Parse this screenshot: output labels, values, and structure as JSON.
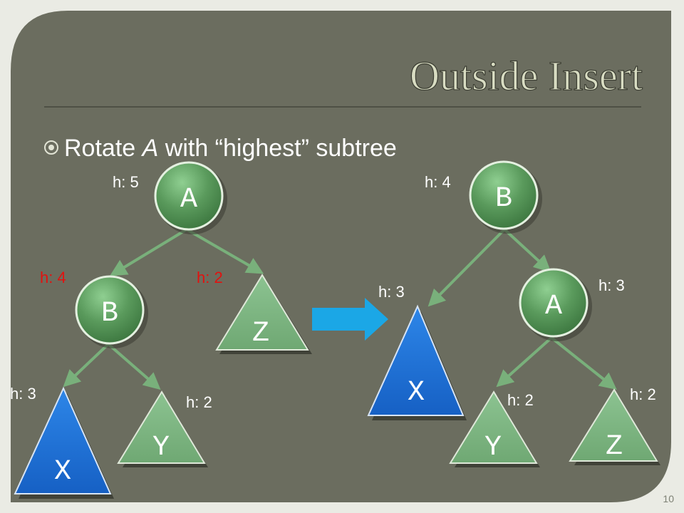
{
  "slide": {
    "title": "Outside Insert",
    "bullet": {
      "prefix": "Rotate ",
      "emphasis": "A",
      "suffix": " with “highest” subtree"
    },
    "page_number": "10"
  },
  "colors": {
    "panel": "#6b6d5f",
    "title_text": "#d8dcc2",
    "node_green": "#5a9a5c",
    "triangle_green": "#79b27e",
    "triangle_blue": "#1f6fd1",
    "arrow_blue": "#1ba7e6",
    "edge": "#79b07b",
    "highlight_red": "#e3110f"
  },
  "before": {
    "nodes": {
      "a": "A",
      "b": "B"
    },
    "subtrees": {
      "x": "X",
      "y": "Y",
      "z": "Z"
    },
    "heights": {
      "a": "h: 5",
      "b": "h: 4",
      "z": "h: 2",
      "x": "h: 3",
      "y": "h: 2"
    }
  },
  "after": {
    "nodes": {
      "b": "B",
      "a": "A"
    },
    "subtrees": {
      "x": "X",
      "y": "Y",
      "z": "Z"
    },
    "heights": {
      "b": "h: 4",
      "x": "h: 3",
      "a": "h: 3",
      "y": "h: 2",
      "z": "h: 2"
    }
  }
}
